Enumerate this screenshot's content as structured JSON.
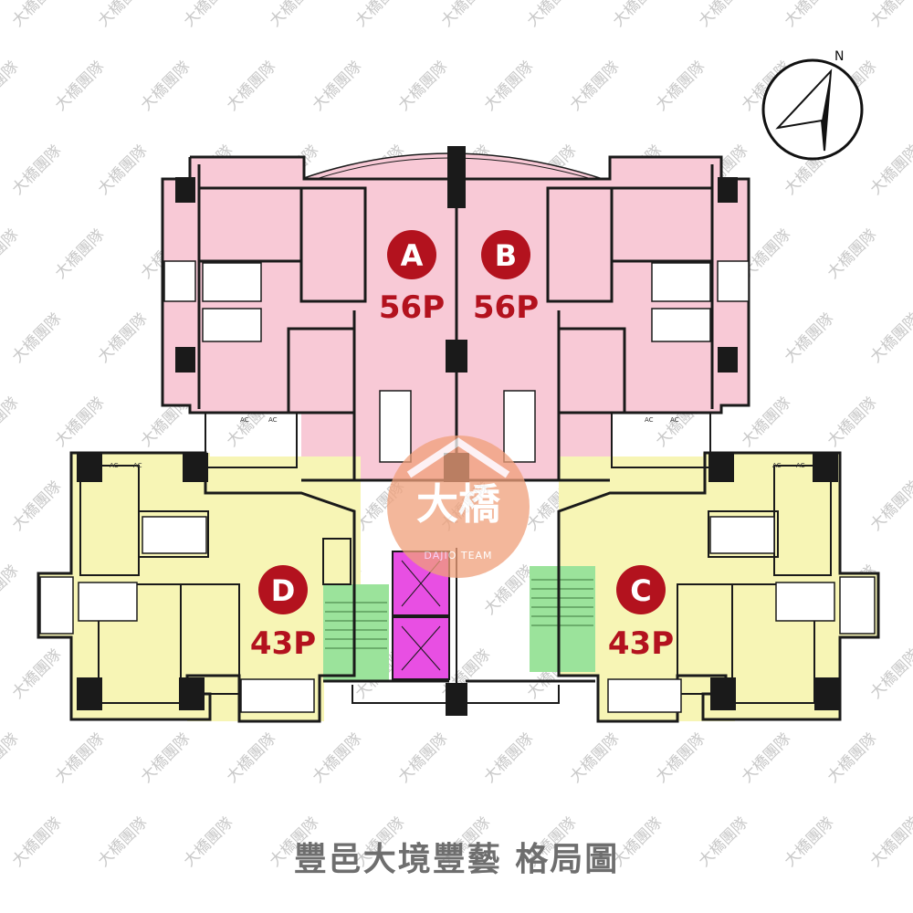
{
  "title": "豐邑大境豐藝 格局圖",
  "watermark": "大橋團隊",
  "logo": {
    "main": "大橋",
    "sub": "DAJIO TEAM"
  },
  "compass": {
    "label": "N"
  },
  "ac_label": "AC",
  "units": [
    {
      "id": "A",
      "size": "56P"
    },
    {
      "id": "B",
      "size": "56P"
    },
    {
      "id": "C",
      "size": "43P"
    },
    {
      "id": "D",
      "size": "43P"
    }
  ],
  "colors": {
    "unit_ab": "#f8c9d6",
    "unit_cd": "#f7f5b5",
    "stairs": "#9be39b",
    "elevators": "#e84fe3",
    "badge": "#b3121e",
    "walls": "#1a1a1a"
  }
}
